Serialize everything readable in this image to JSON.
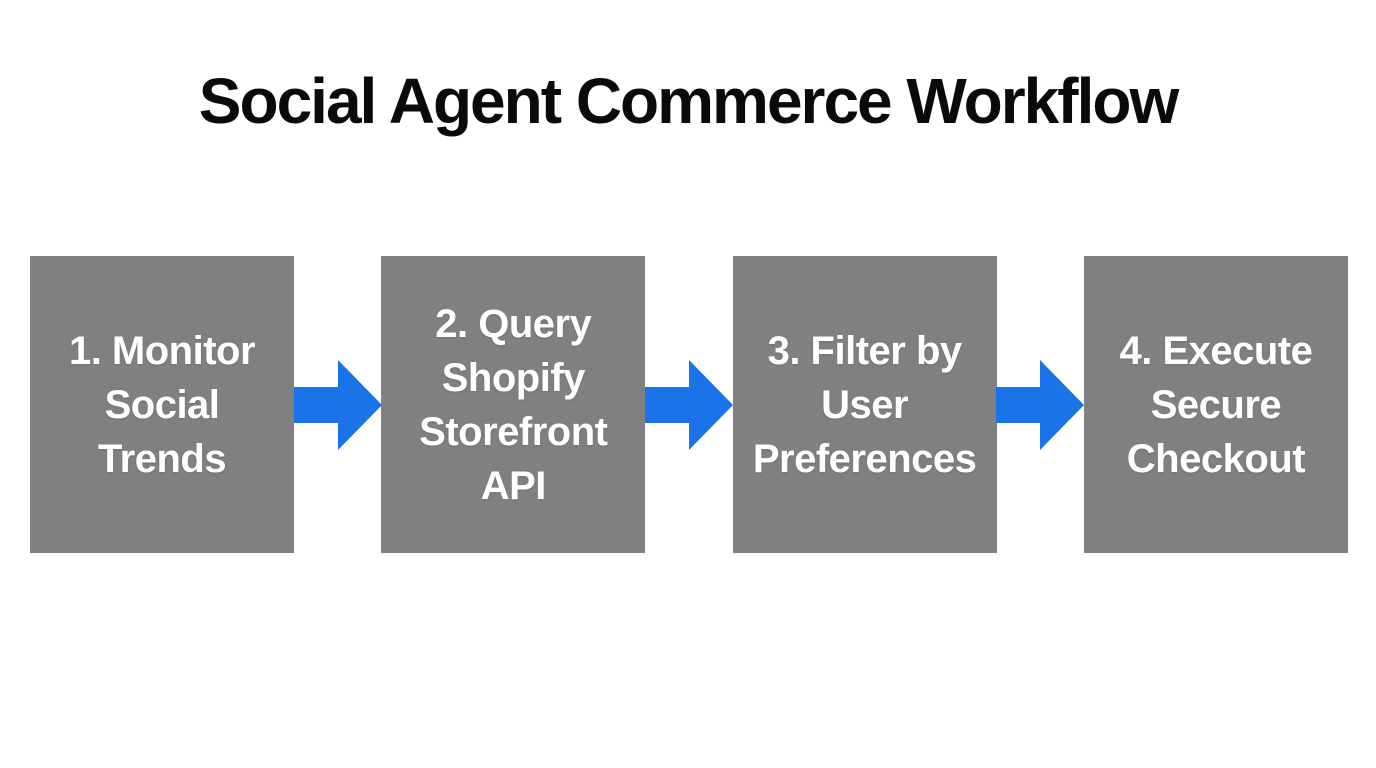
{
  "page": {
    "title": "Social Agent Commerce Workflow",
    "background_color": "#ffffff",
    "title_color": "#0a0a0a"
  },
  "workflow": {
    "box_color": "#808080",
    "box_text_color": "#ffffff",
    "arrow_color": "#1a73e8",
    "steps": [
      {
        "number": "1",
        "label": "1. Monitor\nSocial\nTrends"
      },
      {
        "number": "2",
        "label": "2. Query\nShopify\nStorefront\nAPI"
      },
      {
        "number": "3",
        "label": "3. Filter by\nUser\nPreferences"
      },
      {
        "number": "4",
        "label": "4. Execute\nSecure\nCheckout"
      }
    ]
  }
}
